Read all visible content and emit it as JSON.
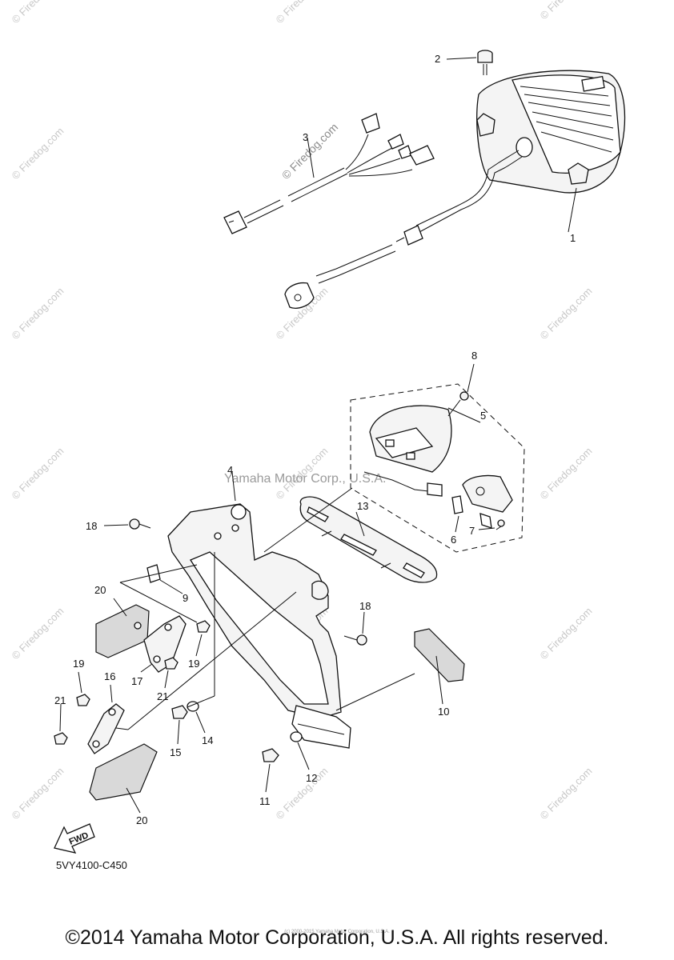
{
  "diagram": {
    "callouts": [
      "1",
      "2",
      "3",
      "4",
      "5",
      "6",
      "7",
      "8",
      "9",
      "10",
      "11",
      "12",
      "13",
      "14",
      "15",
      "16",
      "17",
      "18",
      "18",
      "19",
      "19",
      "20",
      "20",
      "21",
      "21"
    ],
    "diagram_code": "5VY4100-C450",
    "fwd_label": "FWD"
  },
  "watermarks": {
    "small": "© Firedog.com",
    "center": "Yamaha Motor Corp., U.S.A."
  },
  "footer": {
    "copyright": "©2014 Yamaha Motor Corporation, U.S.A. All rights reserved.",
    "fineprint": "(c) 2000-2015 Yamaha Motor Corporation, U.S.A."
  }
}
